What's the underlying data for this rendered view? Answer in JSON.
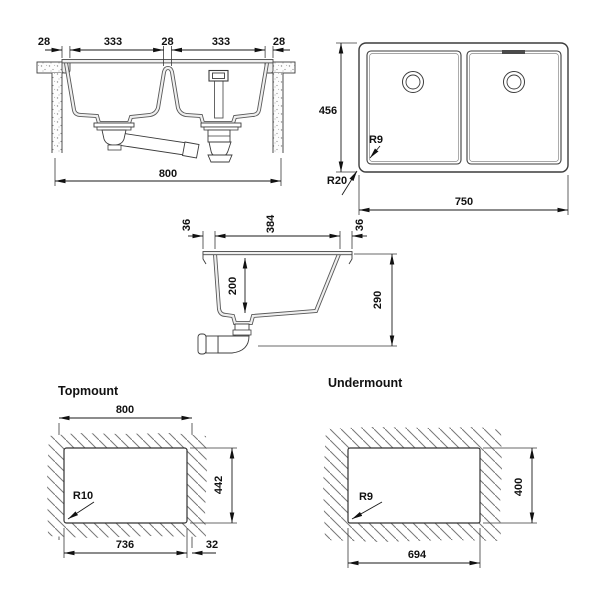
{
  "drawing": {
    "front_view": {
      "dims_top": [
        "28",
        "333",
        "28",
        "333",
        "28"
      ],
      "dim_overall": "800"
    },
    "plan_view": {
      "dim_depth": "456",
      "dim_width": "750",
      "radius_bowl": "R9",
      "radius_corner": "R20"
    },
    "side_view": {
      "dims_top": [
        "36",
        "384",
        "36"
      ],
      "dim_bowl_depth": "200",
      "dim_total_height": "290"
    },
    "topmount": {
      "title": "Topmount",
      "dim_width": "800",
      "dim_cutout_width": "736",
      "dim_cutout_height": "442",
      "dim_offset": "32",
      "radius": "R10"
    },
    "undermount": {
      "title": "Undermount",
      "dim_cutout_width": "694",
      "dim_cutout_height": "400",
      "radius": "R9"
    },
    "colors": {
      "line": "#3c3c3c",
      "dim": "#1a1a1a",
      "hatch": "#777777"
    }
  }
}
